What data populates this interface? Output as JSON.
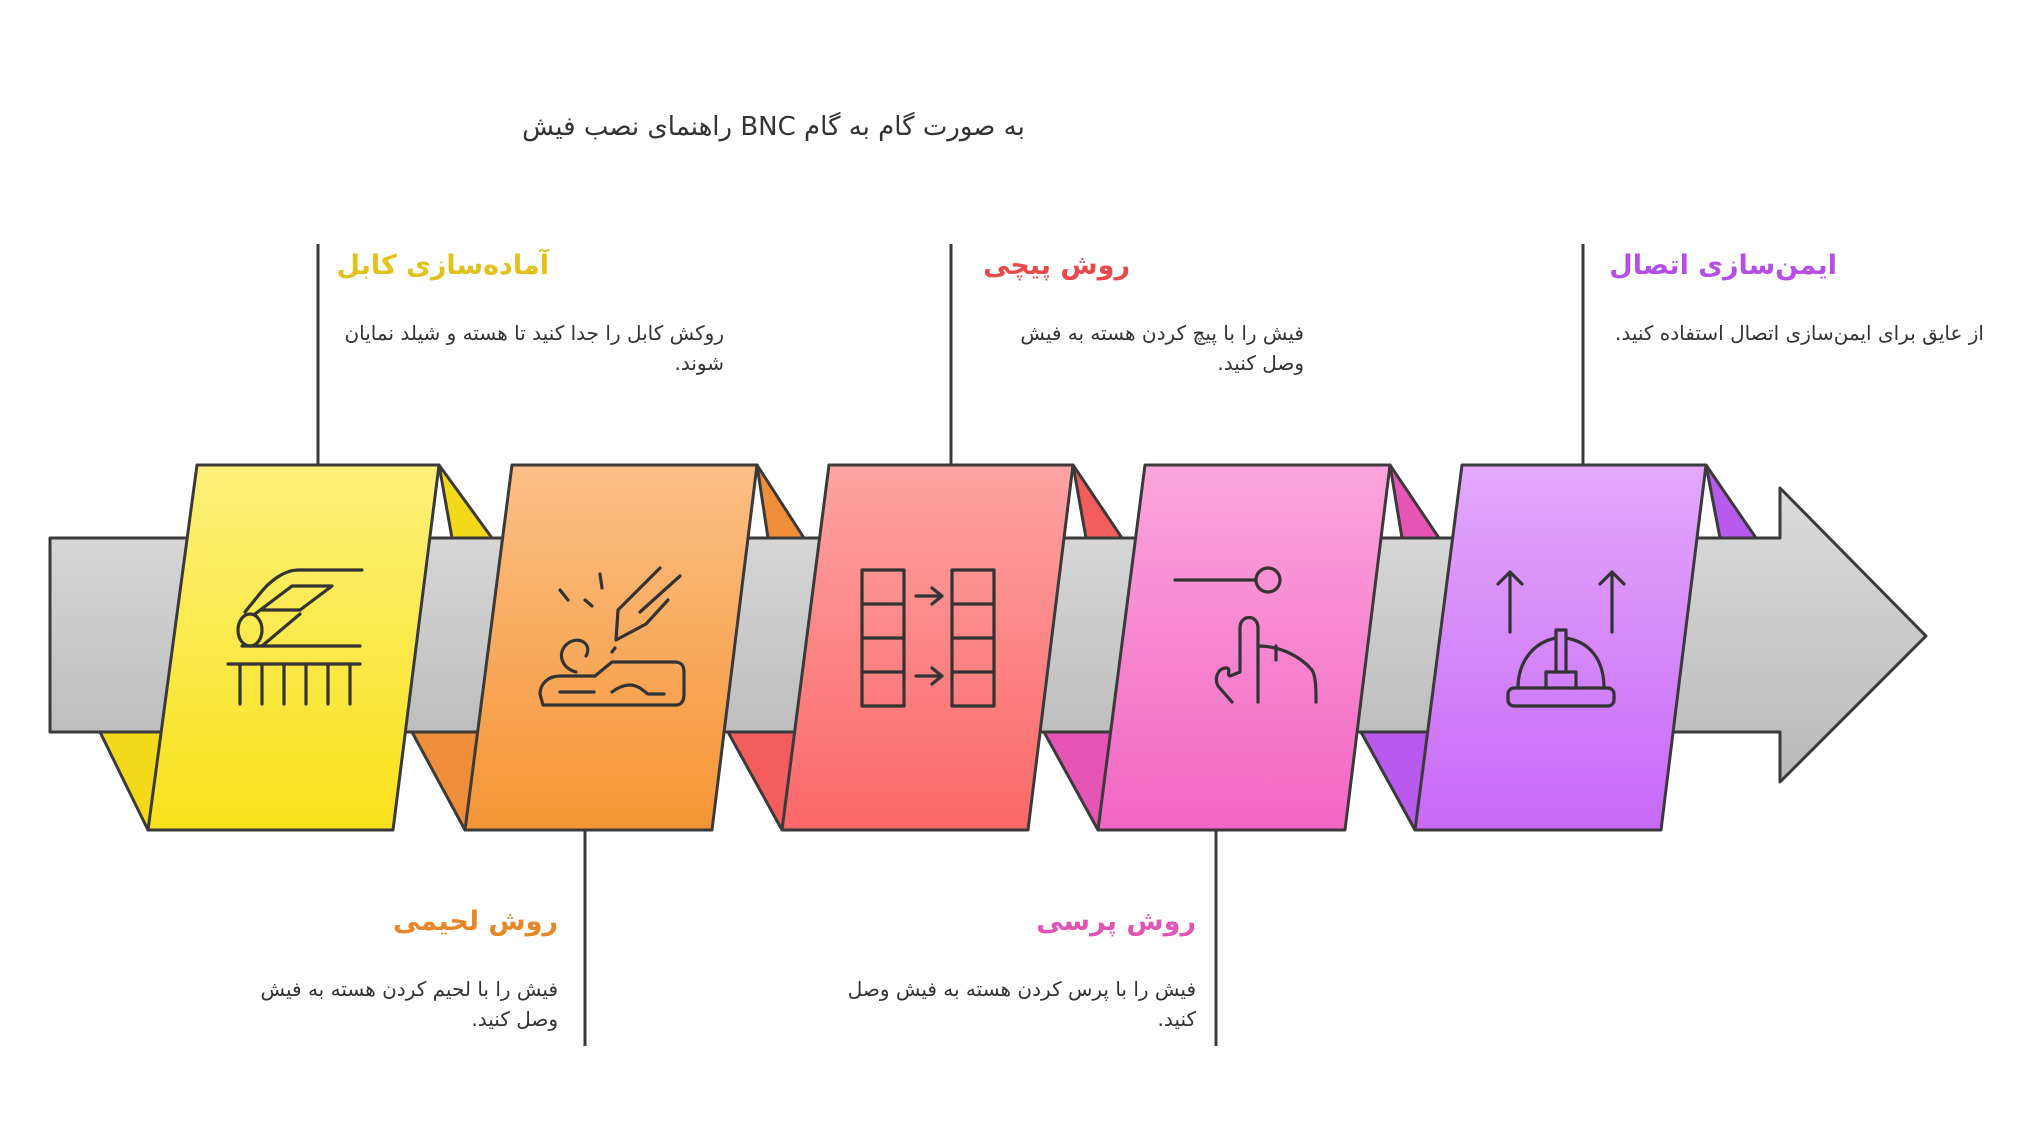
{
  "title": "به صورت گام به گام BNC راهنمای نصب فیش",
  "colors": {
    "arrow_fill": "#c8c8c8",
    "stroke": "#3a3a3a",
    "step1": "#f4e52a",
    "step2": "#f5a146",
    "step3": "#fb6f6f",
    "step4": "#f771c9",
    "step5": "#c86ef8",
    "title1": "#e0c21a",
    "title2": "#e8872a",
    "title3": "#e84a4a",
    "title4": "#e055b4",
    "title5": "#b44ee6"
  },
  "steps": [
    {
      "title": "آماده‌سازی کابل",
      "desc": "روکش کابل را جدا کنید تا هسته و شیلد نمایان شوند.",
      "icon": "cable-stripping-icon"
    },
    {
      "title": "روش لحیمی",
      "desc": "فیش را با لحیم کردن هسته به فیش وصل کنید.",
      "icon": "soldering-icon"
    },
    {
      "title": "روش پیچی",
      "desc": "فیش را با پیچ کردن هسته به فیش وصل کنید.",
      "icon": "screw-connect-icon"
    },
    {
      "title": "روش پرسی",
      "desc": "فیش را با پرس کردن هسته به فیش وصل کنید.",
      "icon": "press-icon"
    },
    {
      "title": "ایمن‌سازی اتصال",
      "desc": "از عایق برای ایمن‌سازی اتصال استفاده کنید.",
      "icon": "safety-helmet-icon"
    }
  ]
}
